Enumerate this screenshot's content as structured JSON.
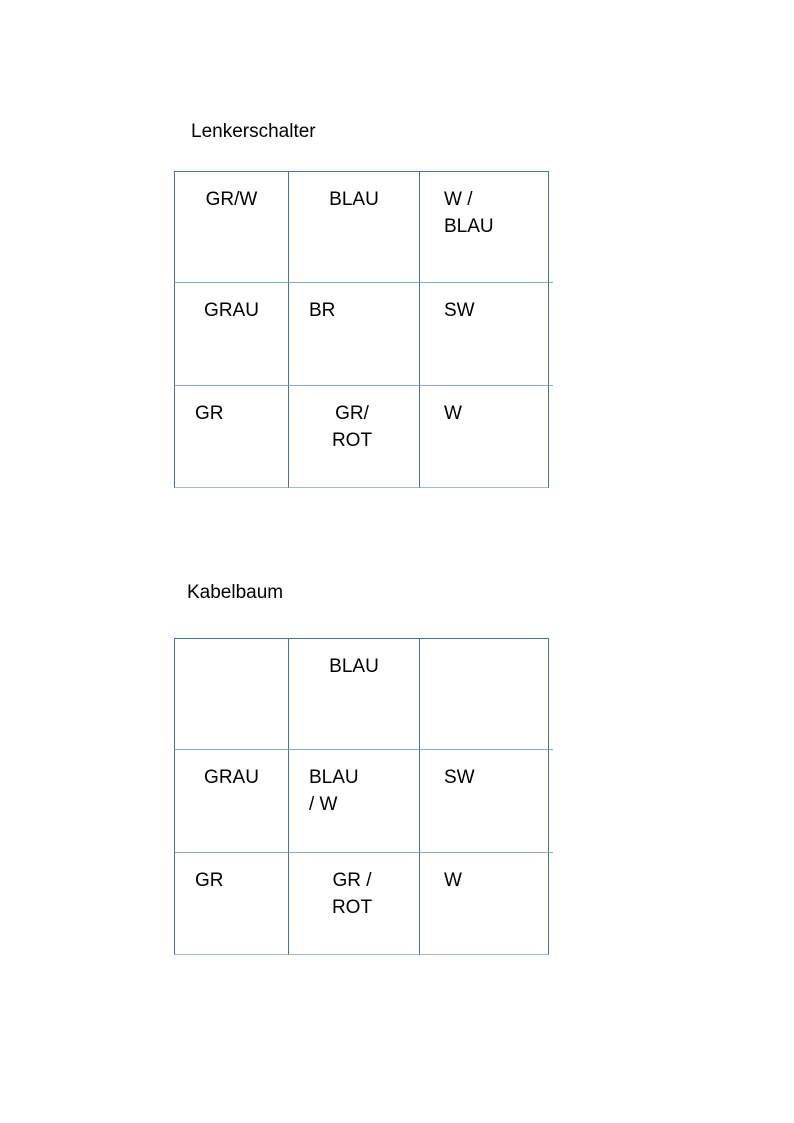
{
  "document": {
    "background_color": "#ffffff",
    "text_color": "#000000",
    "border_color": "#4472a0",
    "border_color_light": "#8aa8cc"
  },
  "sections": [
    {
      "key": "lenkerschalter",
      "title": "Lenkerschalter",
      "table": {
        "rows": [
          [
            {
              "text": "GR/W",
              "align": "center"
            },
            {
              "text": "BLAU",
              "align": "center"
            },
            {
              "text": "W /\nBLAU",
              "align": "left"
            }
          ],
          [
            {
              "text": "GRAU",
              "align": "center"
            },
            {
              "text": "BR",
              "align": "left"
            },
            {
              "text": "SW",
              "align": "left"
            }
          ],
          [
            {
              "text": "GR",
              "align": "left"
            },
            {
              "text": "GR/\nROT",
              "align": "center"
            },
            {
              "text": "W",
              "align": "left"
            }
          ]
        ]
      }
    },
    {
      "key": "kabelbaum",
      "title": "Kabelbaum",
      "table": {
        "rows": [
          [
            {
              "text": "",
              "align": "center"
            },
            {
              "text": "BLAU",
              "align": "center"
            },
            {
              "text": "",
              "align": "center"
            }
          ],
          [
            {
              "text": "GRAU",
              "align": "center"
            },
            {
              "text": "BLAU\n/ W",
              "align": "left"
            },
            {
              "text": "SW",
              "align": "left"
            }
          ],
          [
            {
              "text": "GR",
              "align": "left"
            },
            {
              "text": "GR /\nROT",
              "align": "center"
            },
            {
              "text": "W",
              "align": "left"
            }
          ]
        ]
      }
    }
  ]
}
